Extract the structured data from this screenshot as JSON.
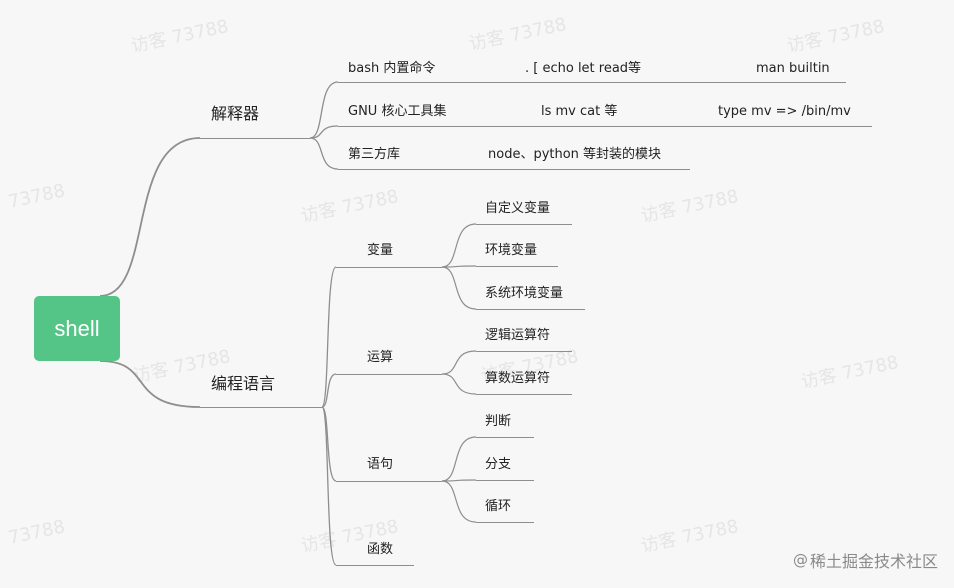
{
  "root": {
    "label": "shell"
  },
  "branches": [
    {
      "id": "interp",
      "label": "解释器",
      "children": [
        {
          "label": "bash 内置命令",
          "note": ".  [   echo   let   read等",
          "extra": "man builtin"
        },
        {
          "label": "GNU 核心工具集",
          "note": "ls    mv   cat 等",
          "extra": "type mv =>   /bin/mv"
        },
        {
          "label": "第三方库",
          "note": "node、python 等封装的模块"
        }
      ]
    },
    {
      "id": "lang",
      "label": "编程语言",
      "children": [
        {
          "label": "变量",
          "children": [
            {
              "label": "自定义变量"
            },
            {
              "label": "环境变量"
            },
            {
              "label": "系统环境变量"
            }
          ]
        },
        {
          "label": "运算",
          "children": [
            {
              "label": "逻辑运算符"
            },
            {
              "label": "算数运算符"
            }
          ]
        },
        {
          "label": "语句",
          "children": [
            {
              "label": "判断"
            },
            {
              "label": "分支"
            },
            {
              "label": "循环"
            }
          ]
        },
        {
          "label": "函数"
        }
      ]
    }
  ],
  "watermark": "访客 73788",
  "watermark_small": "73788",
  "credit": {
    "at": "@",
    "text": "稀土掘金技术社区"
  },
  "colors": {
    "root_fill": "#55c587",
    "edge": "#8e8e8e",
    "text": "#222222",
    "background": "#f7f7f7"
  }
}
